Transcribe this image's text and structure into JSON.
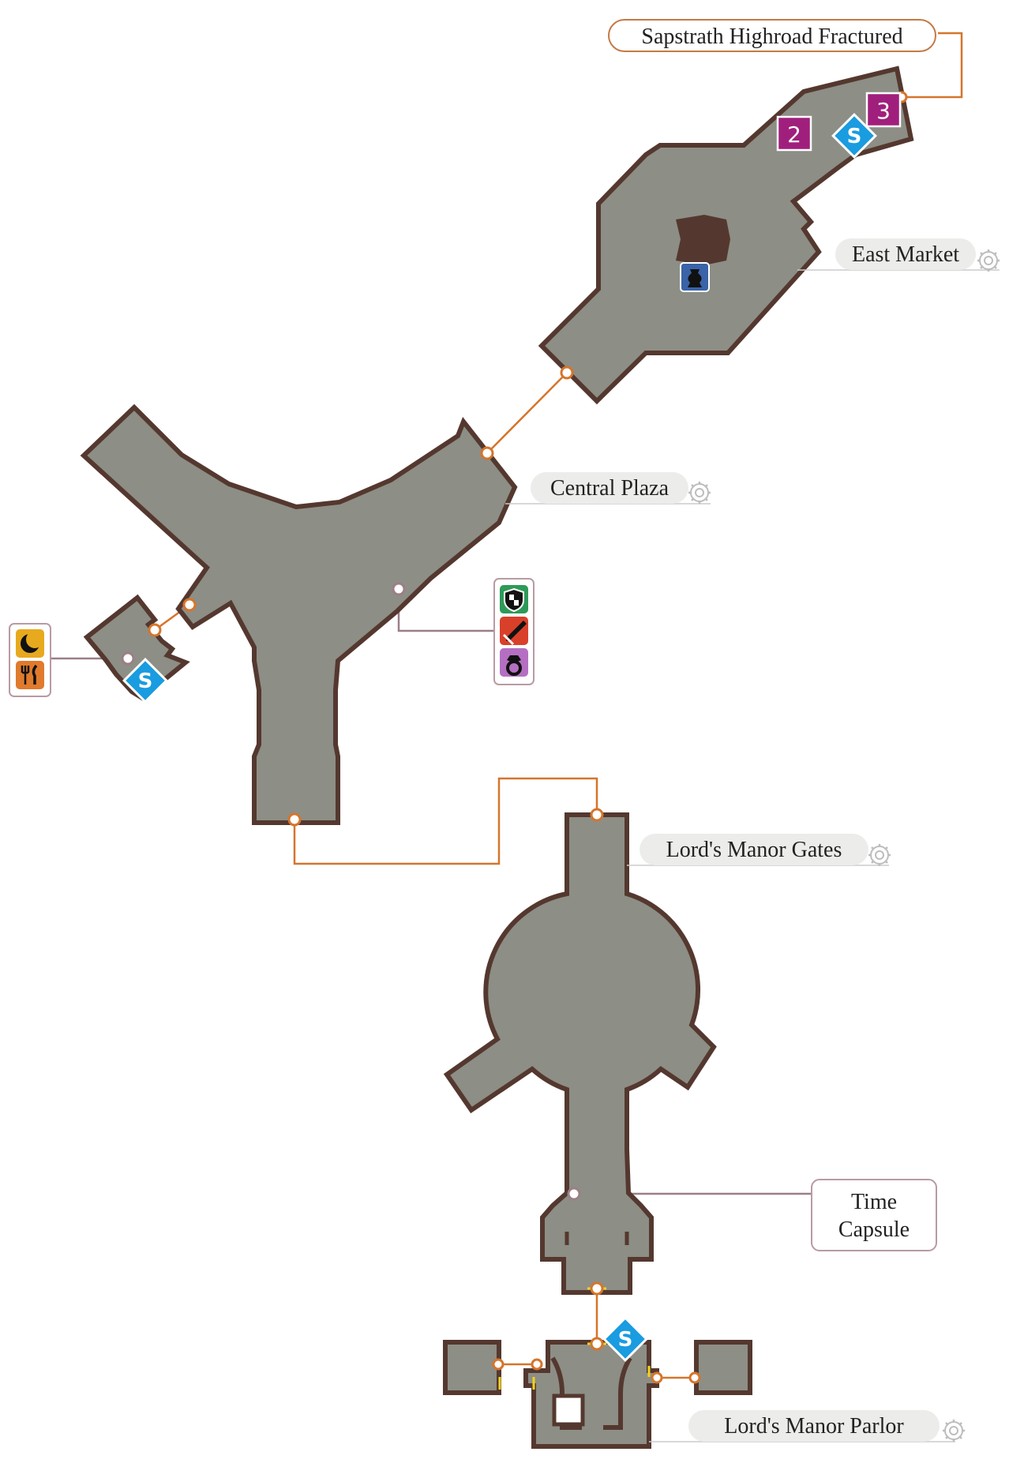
{
  "areas": {
    "sapstrath": "Sapstrath Highroad Fractured",
    "east_market": "East Market",
    "central_plaza": "Central Plaza",
    "manor_gates": "Lord's Manor Gates",
    "manor_parlor": "Lord's Manor Parlor"
  },
  "point_of_interest": {
    "line1": "Time",
    "line2": "Capsule"
  },
  "markers": {
    "save_letter": "S",
    "badge_2": "2",
    "badge_3": "3"
  },
  "icons": {
    "east_market_shop": "vase-shop-icon",
    "plaza_shops": [
      "armor-shop-icon",
      "weapon-shop-icon",
      "accessory-shop-icon"
    ],
    "west_shops": [
      "inn-icon",
      "restaurant-icon"
    ],
    "area_marker": "gear-icon"
  },
  "colors": {
    "floor": "#8d8e85",
    "wall": "#54382f",
    "connector": "#d5752c",
    "save": "#1a9ce0",
    "badge": "#a01f7c"
  }
}
